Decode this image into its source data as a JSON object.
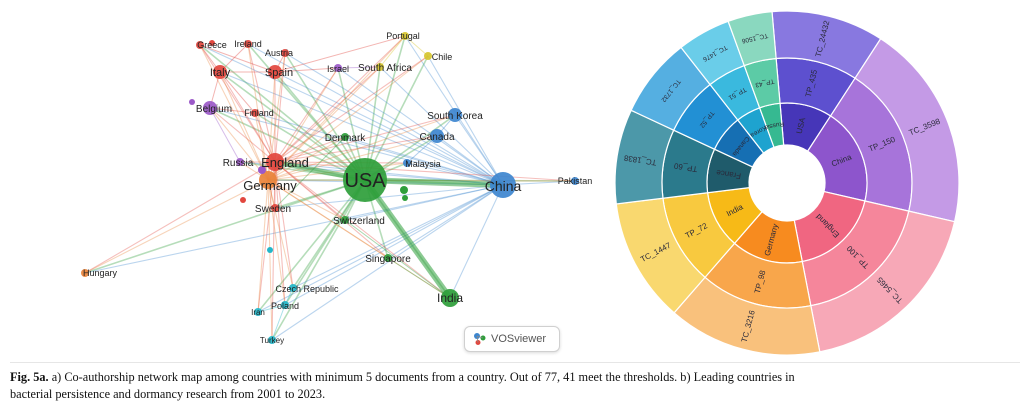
{
  "network": {
    "nodes": [
      {
        "id": "USA",
        "label": "USA",
        "color": "#2e9e3a",
        "size": "xl"
      },
      {
        "id": "China",
        "label": "China",
        "color": "#3d86cf",
        "size": "lg"
      },
      {
        "id": "England",
        "label": "England",
        "color": "#e2473e",
        "size": "md"
      },
      {
        "id": "Germany",
        "label": "Germany",
        "color": "#e9833a",
        "size": "md"
      },
      {
        "id": "Italy",
        "label": "Italy",
        "color": "#e2473e",
        "size": "sm"
      },
      {
        "id": "Spain",
        "label": "Spain",
        "color": "#e2473e",
        "size": "sm"
      },
      {
        "id": "Greece",
        "label": "Greece",
        "color": "#e2473e",
        "size": "xs"
      },
      {
        "id": "Ireland",
        "label": "Ireland",
        "color": "#e2473e",
        "size": "xs"
      },
      {
        "id": "Austria",
        "label": "Austria",
        "color": "#e2473e",
        "size": "xs"
      },
      {
        "id": "Portugal",
        "label": "Portugal",
        "color": "#d6c62e",
        "size": "xs"
      },
      {
        "id": "Chile",
        "label": "Chile",
        "color": "#d6c62e",
        "size": "xs"
      },
      {
        "id": "Israel",
        "label": "Israel",
        "color": "#9b59c8",
        "size": "xs"
      },
      {
        "id": "SouthAfrica",
        "label": "South Africa",
        "color": "#d6c62e",
        "size": "xs"
      },
      {
        "id": "Belgium",
        "label": "Belgium",
        "color": "#9b59c8",
        "size": "sm"
      },
      {
        "id": "Finland",
        "label": "Finland",
        "color": "#e2473e",
        "size": "xs"
      },
      {
        "id": "SouthKorea",
        "label": "South Korea",
        "color": "#3d86cf",
        "size": "sm"
      },
      {
        "id": "Canada",
        "label": "Canada",
        "color": "#3d86cf",
        "size": "sm"
      },
      {
        "id": "Denmark",
        "label": "Denmark",
        "color": "#2e9e3a",
        "size": "xs"
      },
      {
        "id": "Malaysia",
        "label": "Malaysia",
        "color": "#3d86cf",
        "size": "xs"
      },
      {
        "id": "Russia",
        "label": "Russia",
        "color": "#9b59c8",
        "size": "xs"
      },
      {
        "id": "Pakistan",
        "label": "Pakistan",
        "color": "#3d86cf",
        "size": "xs"
      },
      {
        "id": "Sweden",
        "label": "Sweden",
        "color": "#e2473e",
        "size": "xs"
      },
      {
        "id": "Switzerland",
        "label": "Switzerland",
        "color": "#2e9e3a",
        "size": "xs"
      },
      {
        "id": "Singapore",
        "label": "Singapore",
        "color": "#2e9e3a",
        "size": "xs"
      },
      {
        "id": "Hungary",
        "label": "Hungary",
        "color": "#e9833a",
        "size": "xs"
      },
      {
        "id": "India",
        "label": "India",
        "color": "#2e9e3a",
        "size": "md"
      },
      {
        "id": "CzechRepublic",
        "label": "Czech Republic",
        "color": "#22b6c9",
        "size": "xs"
      },
      {
        "id": "Poland",
        "label": "Poland",
        "color": "#22b6c9",
        "size": "xs"
      },
      {
        "id": "Iran",
        "label": "Iran",
        "color": "#22b6c9",
        "size": "xs"
      },
      {
        "id": "Turkey",
        "label": "Turkey",
        "color": "#22b6c9",
        "size": "xs"
      }
    ],
    "badge": {
      "text": "VOSviewer",
      "icon": "vosviewer-logo-icon"
    }
  },
  "sunburst": {
    "segments": [
      {
        "country": "USA",
        "country_label": "USA",
        "tp": "TP_435",
        "tc": "TC_24432",
        "color": "#4636b8",
        "tp_color": "#5d50cf",
        "tc_color": "#8878e0"
      },
      {
        "country": "China",
        "country_label": "China",
        "tp": "TP_150",
        "tc": "TC_3598",
        "color": "#8d55cc",
        "tp_color": "#a774da",
        "tc_color": "#c49ae6"
      },
      {
        "country": "England",
        "country_label": "England",
        "tp": "TP_100",
        "tc": "TC_5465",
        "color": "#f06681",
        "tp_color": "#f5869b",
        "tc_color": "#f7a8b7"
      },
      {
        "country": "Germany",
        "country_label": "Germany",
        "tp": "TP_98",
        "tc": "TC_3216",
        "color": "#f78b1f",
        "tp_color": "#f8a64b",
        "tc_color": "#f9c17c"
      },
      {
        "country": "India",
        "country_label": "India",
        "tp": "TP_72",
        "tc": "TC_1447",
        "color": "#f7ba17",
        "tp_color": "#f8c93f",
        "tc_color": "#f9d86f"
      },
      {
        "country": "France",
        "country_label": "France",
        "tp": "TP_60",
        "tc": "TC_1838",
        "color": "#1f5b6b",
        "tp_color": "#2b7a8c",
        "tc_color": "#4c98a9"
      },
      {
        "country": "Canada",
        "country_label": "Canada",
        "tp": "TP_52",
        "tc": "TC_1732",
        "color": "#166fb3",
        "tp_color": "#2290d4",
        "tc_color": "#55afe1"
      },
      {
        "country": "Korea",
        "country_label": "Korea",
        "tp": "TP_51",
        "tc": "TC_1476",
        "color": "#1ea3cf",
        "tp_color": "#3ab9de",
        "tc_color": "#6acde9"
      },
      {
        "country": "Russia",
        "country_label": "Russia",
        "tp": "TP_43",
        "tc": "TC_1506",
        "color": "#36b991",
        "tp_color": "#5ccba6",
        "tc_color": "#8ad8bf"
      }
    ]
  },
  "caption": {
    "label": "Fig. 5a.",
    "line1": "a) Co-authorship network map among countries with minimum 5 documents from a country. Out of 77, 41 meet the thresholds. b) Leading countries in",
    "line2": "bacterial persistence and dormancy research from 2001 to 2023."
  }
}
